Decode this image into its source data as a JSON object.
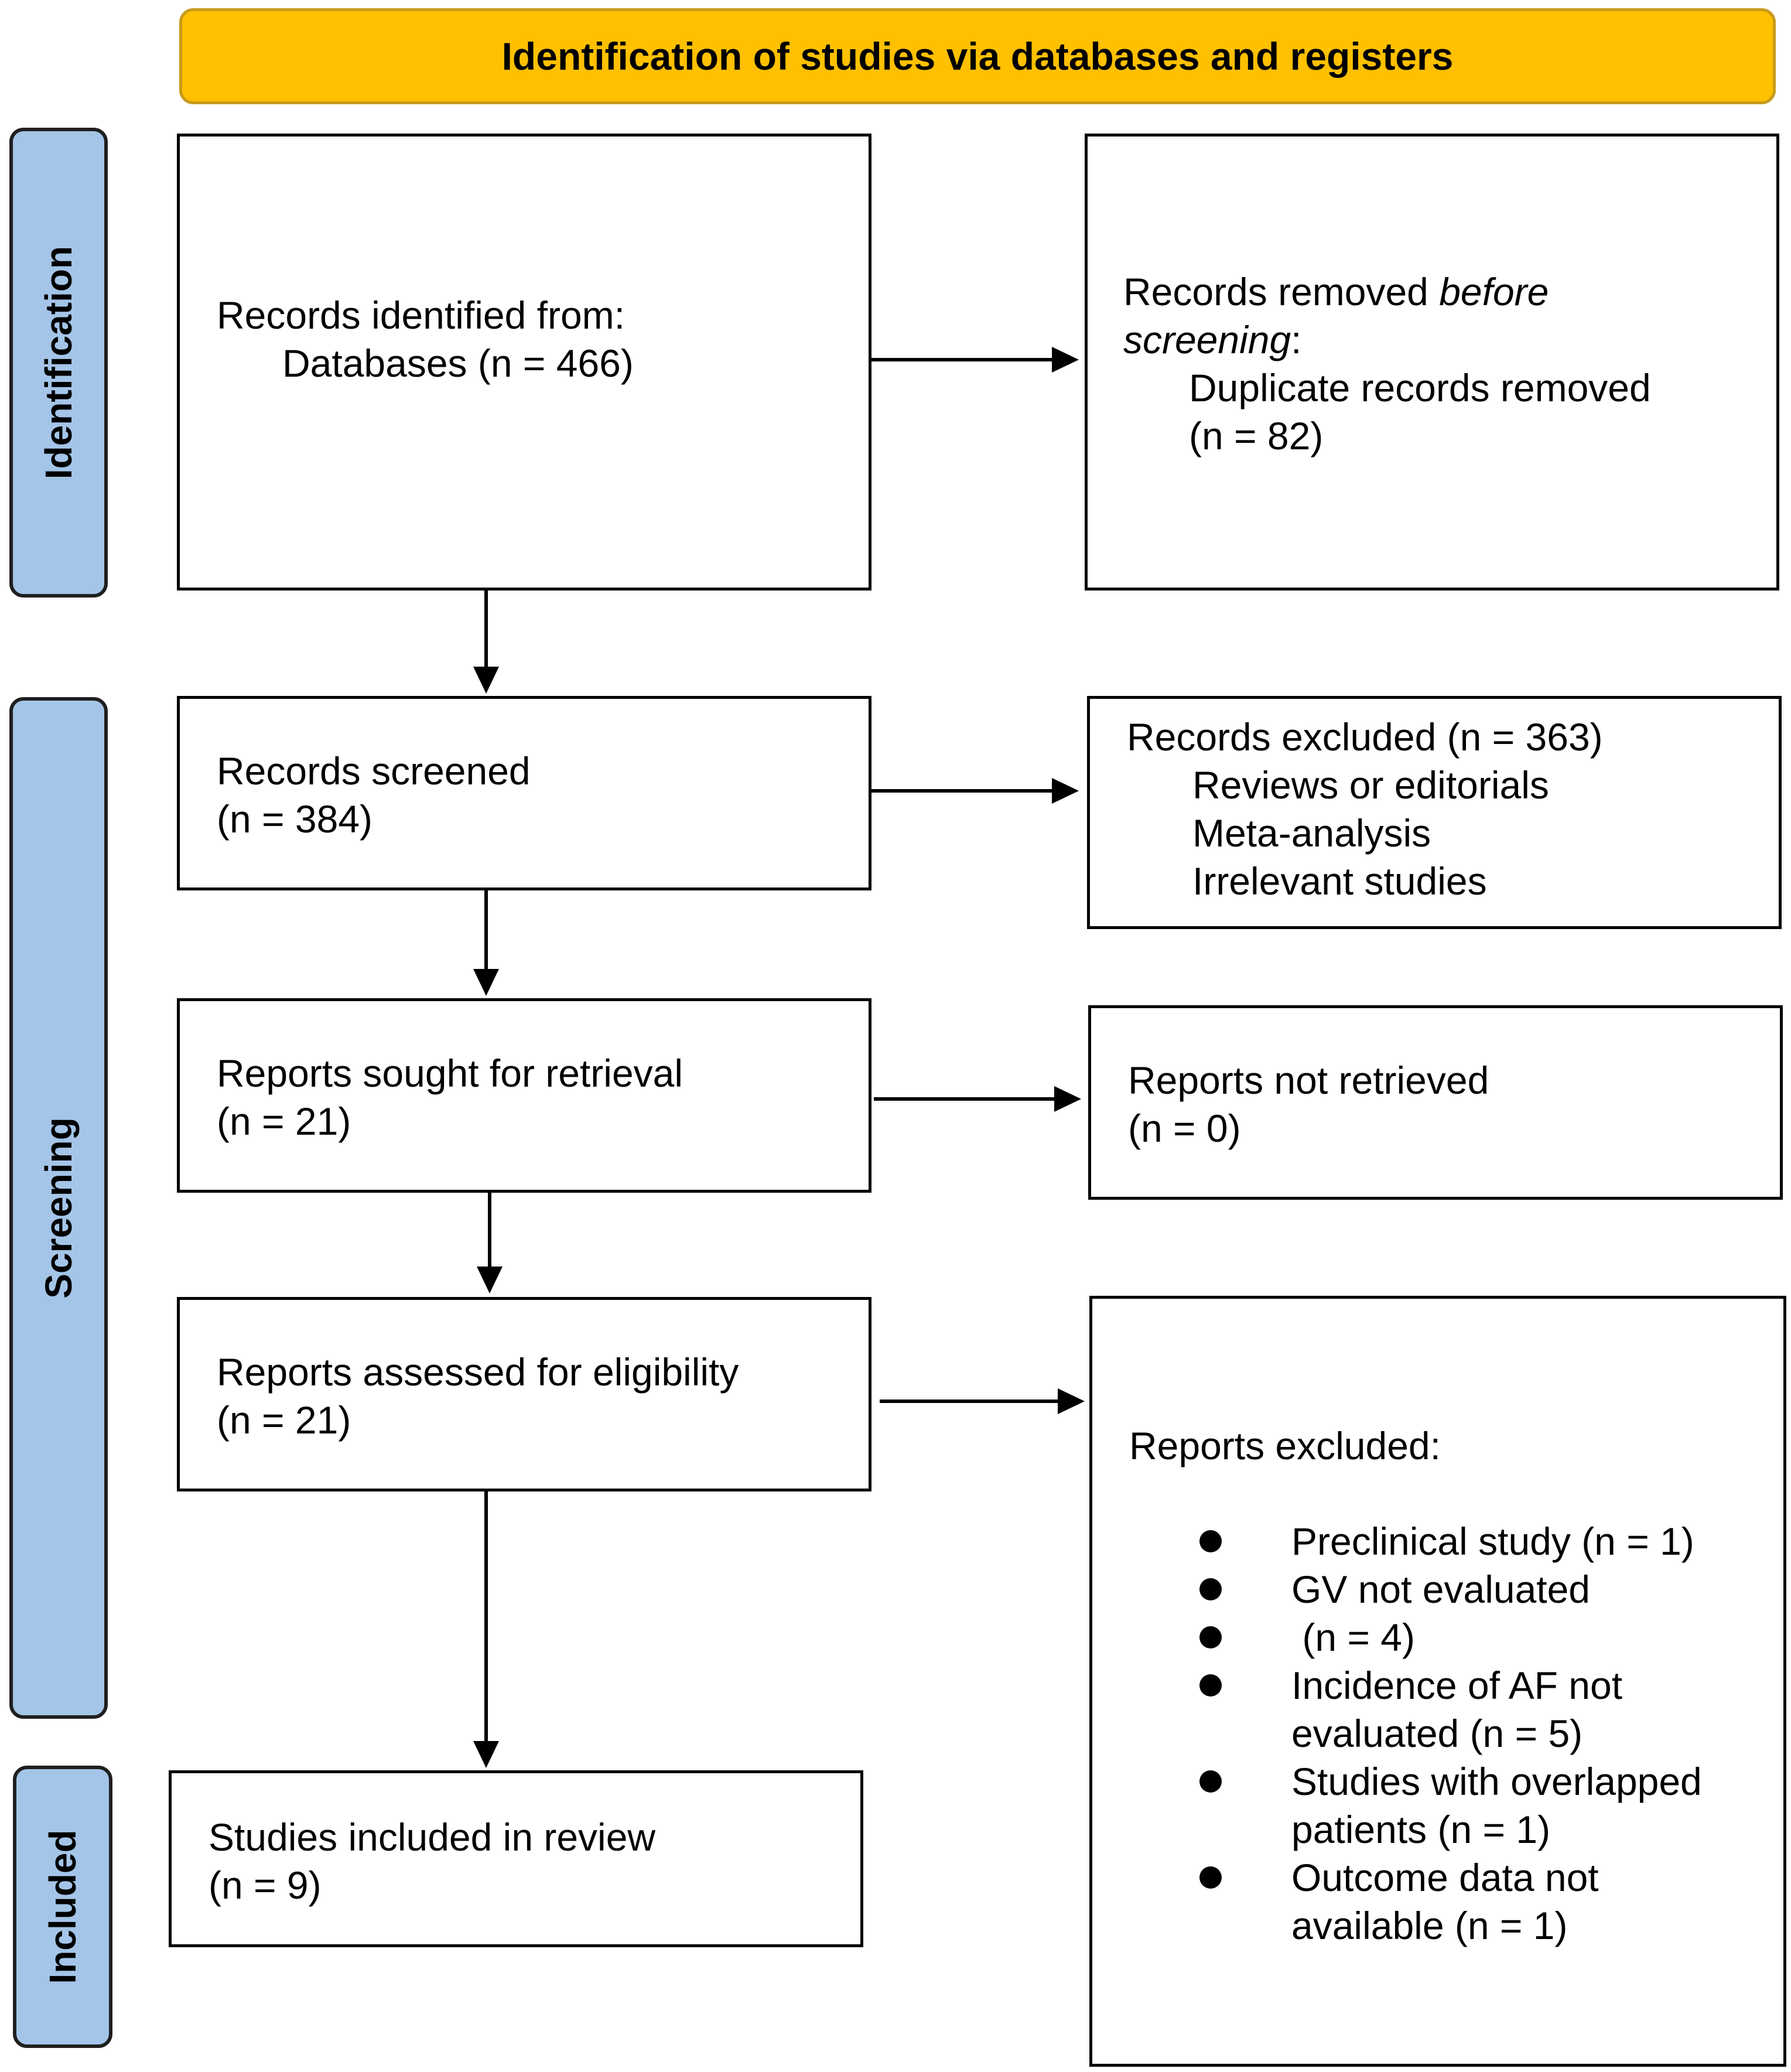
{
  "banner": {
    "title": "Identification of studies via databases and registers"
  },
  "phases": {
    "identification": "Identification",
    "screening": "Screening",
    "included": "Included"
  },
  "identified": {
    "line1": "Records identified from:",
    "line2": "Databases (n = 466)"
  },
  "removed": {
    "prefix": "Records removed ",
    "italic1": "before",
    "italic2": "screening",
    "colon": ":",
    "line3": "Duplicate records removed",
    "line4": "(n = 82)"
  },
  "screened": {
    "line1": "Records screened",
    "line2": "(n = 384)"
  },
  "excluded_records": {
    "line1": "Records excluded (n = 363)",
    "items": [
      "Reviews or editorials",
      "Meta-analysis",
      "Irrelevant studies"
    ]
  },
  "sought": {
    "line1": "Reports sought for retrieval",
    "line2": "(n = 21)"
  },
  "not_retrieved": {
    "line1": "Reports not retrieved",
    "line2": "(n = 0)"
  },
  "assessed": {
    "line1": "Reports assessed for eligibility",
    "line2": "(n = 21)"
  },
  "excluded_reports": {
    "title": "Reports excluded:",
    "lines": [
      "Preclinical study (n = 1)",
      "GV not evaluated",
      " (n = 4)",
      "Incidence of AF not",
      "evaluated (n = 5)",
      "Studies with overlapped",
      "patients (n = 1)",
      "Outcome data not",
      "available (n = 1)"
    ]
  },
  "included_studies": {
    "line1": "Studies included in review",
    "line2": "(n = 9)"
  },
  "colors": {
    "banner": "#ffc000",
    "phase": "#a4c5e8",
    "border": "#000000"
  }
}
